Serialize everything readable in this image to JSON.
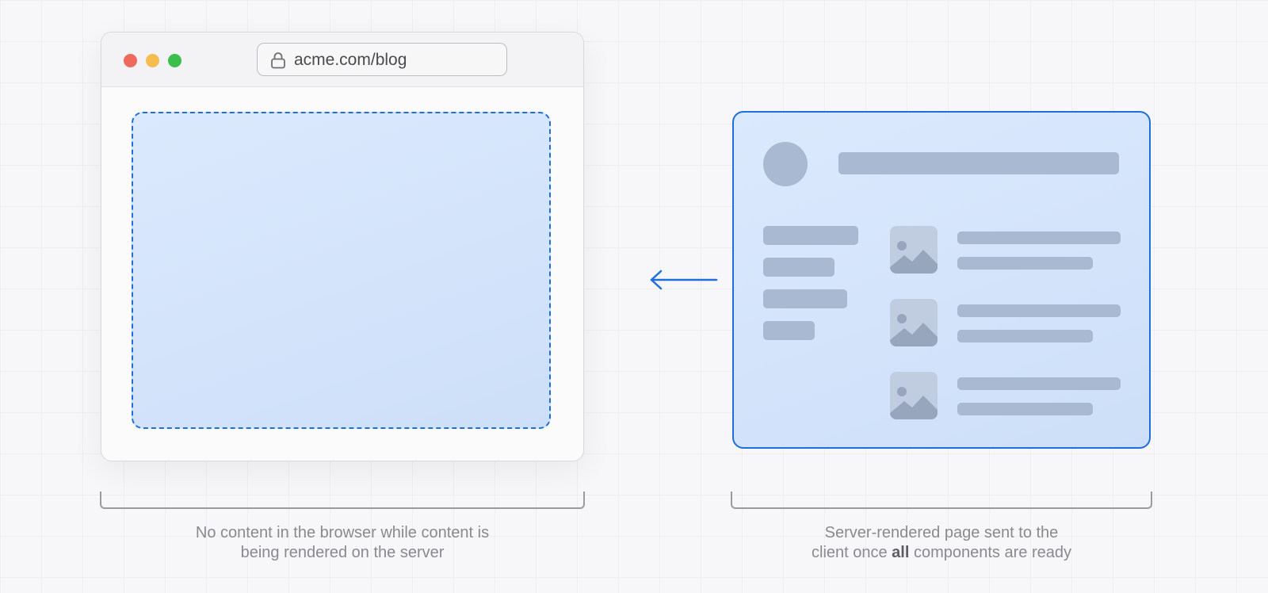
{
  "browser": {
    "address_url": "acme.com/blog",
    "traffic_lights": [
      "#ee6a5e",
      "#f5bd4f",
      "#3bbf4a"
    ]
  },
  "captions": {
    "left_line1": "No content in the browser while content is",
    "left_line2": "being rendered on the server",
    "right_line1": "Server-rendered page sent to the",
    "right_line2_pre": "client once ",
    "right_line2_bold": "all",
    "right_line2_post": " components are ready"
  },
  "colors": {
    "accent_blue": "#1e6fd9",
    "skeleton": "#a8b9d1",
    "panel_fill": "#dbe9fd"
  },
  "icons": {
    "address_lock": "lock-icon",
    "arrow": "arrow-left-icon",
    "thumbnail": "image-placeholder-icon"
  }
}
